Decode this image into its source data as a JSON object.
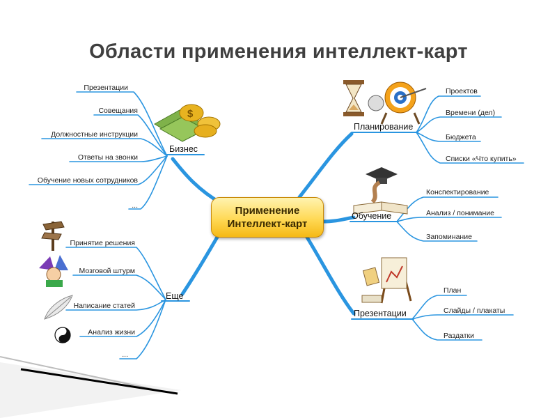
{
  "title": "Области применения интеллект-карт",
  "center": {
    "line1": "Применение",
    "line2": "Интеллект-карт"
  },
  "colors": {
    "branch": "#2a95e0",
    "center_fill": "#ffd955",
    "center_border": "#c98a08"
  },
  "branches": {
    "business": {
      "label": "Бизнес",
      "icon": "money-icon",
      "items": [
        "Презентации",
        "Совещания",
        "Должностные инструкции",
        "Ответы на звонки",
        "Обучение новых сотрудников",
        "..."
      ]
    },
    "more": {
      "label": "Еще",
      "items": [
        "Принятие решения",
        "Мозговой штурм",
        "Написание статей",
        "Анализ жизни",
        "..."
      ],
      "icons": [
        "signpost-icon",
        "jester-icon",
        "feather-icon",
        "yin-yang-icon"
      ]
    },
    "planning": {
      "label": "Планирование",
      "icon": "hourglass-target-icon",
      "items": [
        "Проектов",
        "Времени (дел)",
        "Бюджета",
        "Списки «Что купить»"
      ]
    },
    "learning": {
      "label": "Обучение",
      "icon": "book-cap-icon",
      "items": [
        "Конспектирование",
        "Анализ / понимание",
        "Запоминание"
      ]
    },
    "presentations": {
      "label": "Презентации",
      "icon": "easel-icon",
      "items": [
        "План",
        "Слайды / плакаты",
        "Раздатки"
      ]
    }
  }
}
